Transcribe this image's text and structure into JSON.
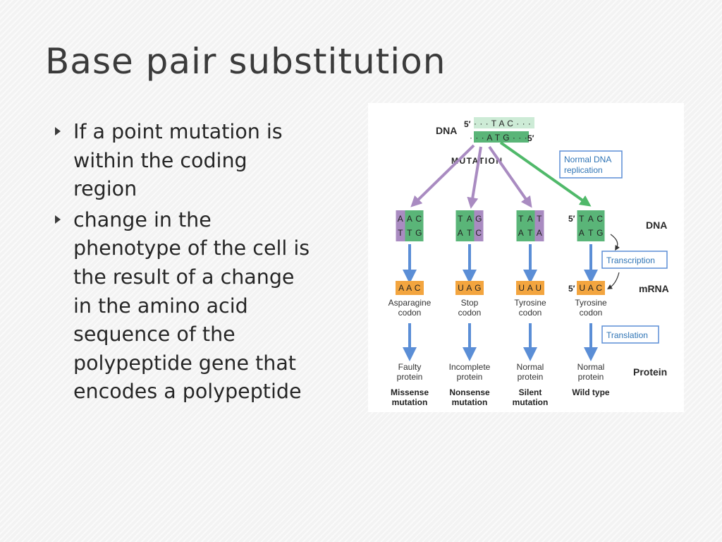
{
  "slide": {
    "title": "Base pair substitution",
    "bullets": [
      {
        "lines": [
          "If a point mutation is",
          "within the coding",
          "region"
        ]
      },
      {
        "lines": [
          "change in the",
          "phenotype of the cell is",
          "the result of a change",
          "in the amino acid",
          "sequence of the",
          "polypeptide gene that",
          "encodes a polypeptide"
        ]
      }
    ]
  },
  "figure": {
    "colors": {
      "purple": "#a98bc1",
      "green": "#5ab578",
      "orange": "#f3a53f",
      "blue_arrow": "#5b8ed6",
      "box_border": "#5b8ed6",
      "label_blue": "#2f74b5",
      "green_arrow": "#50b96a",
      "purple_arrow": "#a98bc1"
    },
    "dna_top": {
      "label": "DNA",
      "strand1_prime": "5′",
      "strand1": "· · · T A C · · ·",
      "strand2": "· · · A T G · · ·",
      "strand2_prime": "5′"
    },
    "mutation_label": "MUTATION",
    "normal_replication": [
      "Normal DNA",
      "replication"
    ],
    "row_labels": {
      "dna": "DNA",
      "mrna": "mRNA",
      "protein": "Protein"
    },
    "transcription": "Transcription",
    "translation": "Translation",
    "prime_marks": {
      "dna": "5′",
      "mrna": "5′"
    },
    "columns": [
      {
        "dna_top": [
          "A",
          "A",
          "C"
        ],
        "dna_bottom": [
          "T",
          "T",
          "G"
        ],
        "mrna": "A A C",
        "codon": [
          "Asparagine",
          "codon"
        ],
        "protein": [
          "Faulty",
          "protein"
        ],
        "mutation_type": [
          "Missense",
          "mutation"
        ]
      },
      {
        "dna_top": [
          "T",
          "A",
          "G"
        ],
        "dna_bottom": [
          "A",
          "T",
          "C"
        ],
        "mrna": "U A G",
        "codon": [
          "Stop",
          "codon"
        ],
        "protein": [
          "Incomplete",
          "protein"
        ],
        "mutation_type": [
          "Nonsense",
          "mutation"
        ]
      },
      {
        "dna_top": [
          "T",
          "A",
          "T"
        ],
        "dna_bottom": [
          "A",
          "T",
          "A"
        ],
        "mrna": "U A U",
        "codon": [
          "Tyrosine",
          "codon"
        ],
        "protein": [
          "Normal",
          "protein"
        ],
        "mutation_type": [
          "Silent",
          "mutation"
        ]
      },
      {
        "dna_top": [
          "T",
          "A",
          "C"
        ],
        "dna_bottom": [
          "A",
          "T",
          "G"
        ],
        "mrna": "U A C",
        "codon": [
          "Tyrosine",
          "codon"
        ],
        "protein": [
          "Normal",
          "protein"
        ],
        "mutation_type": [
          "Wild type"
        ]
      }
    ]
  }
}
